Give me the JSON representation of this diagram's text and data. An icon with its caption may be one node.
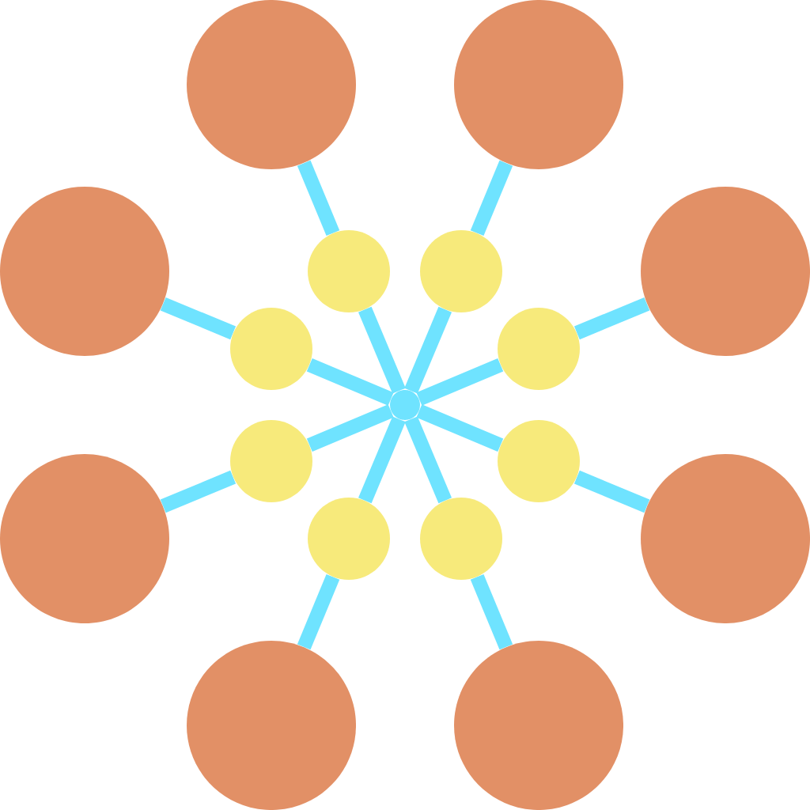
{
  "diagram": {
    "nodes": [
      {
        "text": [],
        "shape": "circle"
      },
      {
        "text": [],
        "shape": "circle"
      },
      {
        "text": [],
        "shape": "circle"
      },
      {
        "text": [],
        "shape": "circle"
      },
      {
        "text": [],
        "shape": "circle"
      },
      {
        "text": [],
        "shape": "circle"
      },
      {
        "text": [],
        "shape": "circle"
      },
      {
        "text": [],
        "shape": "circle"
      },
      {
        "text": [],
        "shape": "circle"
      },
      {
        "text": [],
        "shape": "circle"
      },
      {
        "text": [],
        "shape": "circle"
      },
      {
        "text": [],
        "shape": "circle"
      },
      {
        "text": [],
        "shape": "circle"
      },
      {
        "text": [],
        "shape": "circle"
      },
      {
        "text": [],
        "shape": "circle"
      },
      {
        "text": [],
        "shape": "circle"
      },
      {
        "text": [],
        "shape": "circle"
      }
    ],
    "edges": [
      {
        "from": 0,
        "to": 8,
        "arrow": "none"
      },
      {
        "from": 1,
        "to": 9,
        "arrow": "none"
      },
      {
        "from": 2,
        "to": 10,
        "arrow": "none"
      },
      {
        "from": 3,
        "to": 11,
        "arrow": "none"
      },
      {
        "from": 4,
        "to": 12,
        "arrow": "none"
      },
      {
        "from": 5,
        "to": 13,
        "arrow": "none"
      },
      {
        "from": 6,
        "to": 14,
        "arrow": "none"
      },
      {
        "from": 7,
        "to": 15,
        "arrow": "none"
      },
      {
        "from": 8,
        "to": 16,
        "arrow": "none"
      },
      {
        "from": 9,
        "to": 16,
        "arrow": "none"
      },
      {
        "from": 10,
        "to": 16,
        "arrow": "none"
      },
      {
        "from": 11,
        "to": 16,
        "arrow": "none"
      },
      {
        "from": 12,
        "to": 16,
        "arrow": "none"
      },
      {
        "from": 13,
        "to": 16,
        "arrow": "none"
      },
      {
        "from": 14,
        "to": 16,
        "arrow": "none"
      },
      {
        "from": 15,
        "to": 16,
        "arrow": "none"
      }
    ]
  }
}
